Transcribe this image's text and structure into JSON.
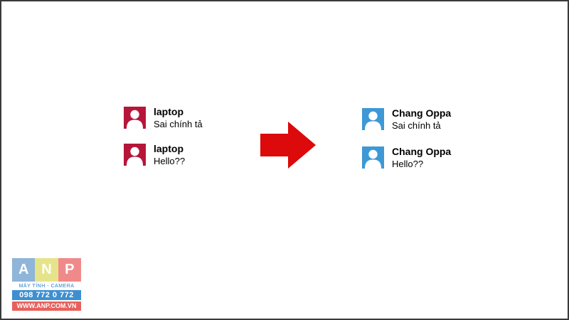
{
  "colors": {
    "before_avatar": "#b5163a",
    "after_avatar": "#3e98d6",
    "arrow": "#dc0a0a",
    "logo_a": "#8fb5d9",
    "logo_n": "#e6e48a",
    "logo_p": "#f08a8a"
  },
  "before": {
    "comments": [
      {
        "author": "laptop",
        "message": "Sai chính tả",
        "icon": "user-avatar-icon"
      },
      {
        "author": "laptop",
        "message": "Hello??",
        "icon": "user-avatar-icon"
      }
    ]
  },
  "after": {
    "comments": [
      {
        "author": "Chang Oppa",
        "message": "Sai chính tả",
        "icon": "user-avatar-icon"
      },
      {
        "author": "Chang Oppa",
        "message": "Hello??",
        "icon": "user-avatar-icon"
      }
    ]
  },
  "arrow_icon": "right-arrow-icon",
  "logo": {
    "letters": [
      "A",
      "N",
      "P"
    ],
    "tagline": "MÁY TÍNH - CAMERA",
    "phone": "098 772 0 772",
    "website": "WWW.ANP.COM.VN"
  }
}
